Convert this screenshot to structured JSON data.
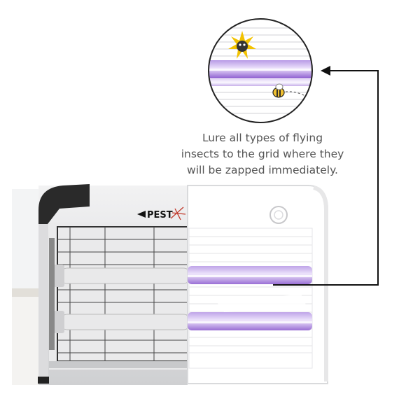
{
  "caption": {
    "line1": "Lure all types of flying",
    "line2": "insects to the grid where they",
    "line3": "will be zapped immediately."
  },
  "product": {
    "brand_label": "PEST"
  },
  "colors": {
    "uv_purple": "#8e5fd0",
    "frame_silver": "#d9dadc",
    "cap_black": "#2a2a2a",
    "arrow": "#111111",
    "zap_yellow": "#f2c200"
  }
}
